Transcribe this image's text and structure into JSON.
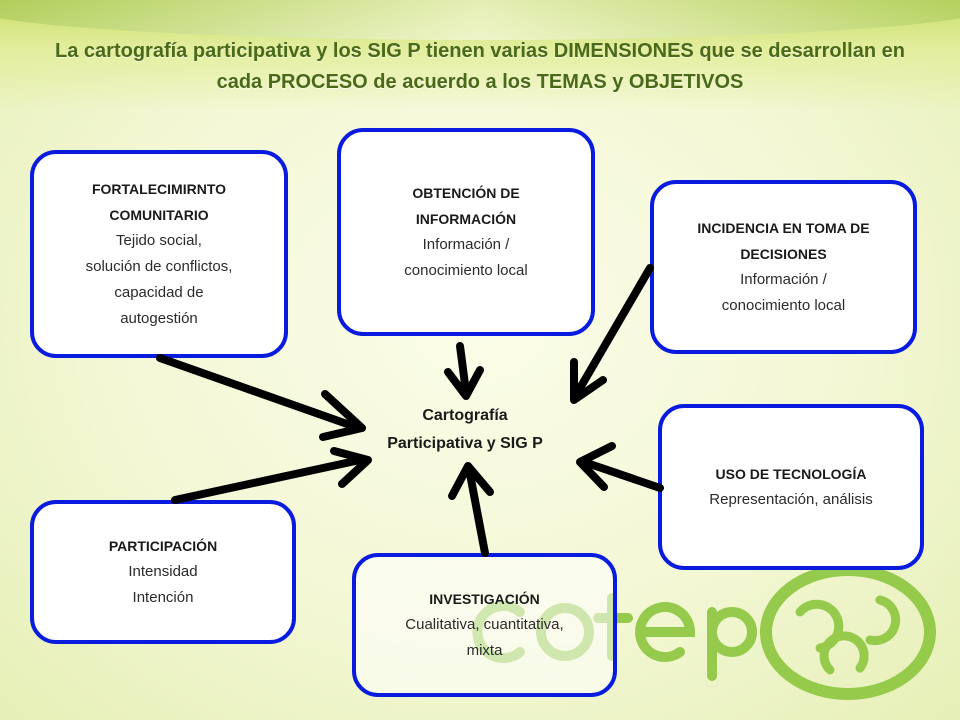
{
  "title": "La cartografía participativa y los SIG P tienen varias DIMENSIONES que se desarrollan en cada PROCESO de acuerdo a los TEMAS y OBJETIVOS",
  "center": {
    "line1": "Cartografía",
    "line2": "Participativa y SIG P"
  },
  "dimensions": {
    "fortalecimiento": {
      "title1": "FORTALECIMIRNTO",
      "title2": "COMUNITARIO",
      "text1": "Tejido social,",
      "text2": "solución de conflictos,",
      "text3": "capacidad de",
      "text4": "autogestión"
    },
    "obtencion": {
      "title1": "OBTENCIÓN DE",
      "title2": "INFORMACIÓN",
      "text1": "Información /",
      "text2": "conocimiento local"
    },
    "incidencia": {
      "title1": "INCIDENCIA EN TOMA DE",
      "title2": "DECISIONES",
      "text1": "Información /",
      "text2": "conocimiento local"
    },
    "tecnologia": {
      "title1": "USO DE TECNOLOGÍA",
      "text1": "Representación,  análisis"
    },
    "participacion": {
      "title1": "PARTICIPACIÓN",
      "text1": "Intensidad",
      "text2": "Intención"
    },
    "investigacion": {
      "title1": "INVESTIGACIÓN",
      "text1": "Cualitativa, cuantitativa,",
      "text2": "mixta"
    }
  },
  "logo": {
    "text": "cotepa"
  },
  "colors": {
    "box_border": "#0a1be0",
    "arrow": "#000000",
    "title": "#4a6a1a",
    "logo_green": "#7fb53a"
  }
}
